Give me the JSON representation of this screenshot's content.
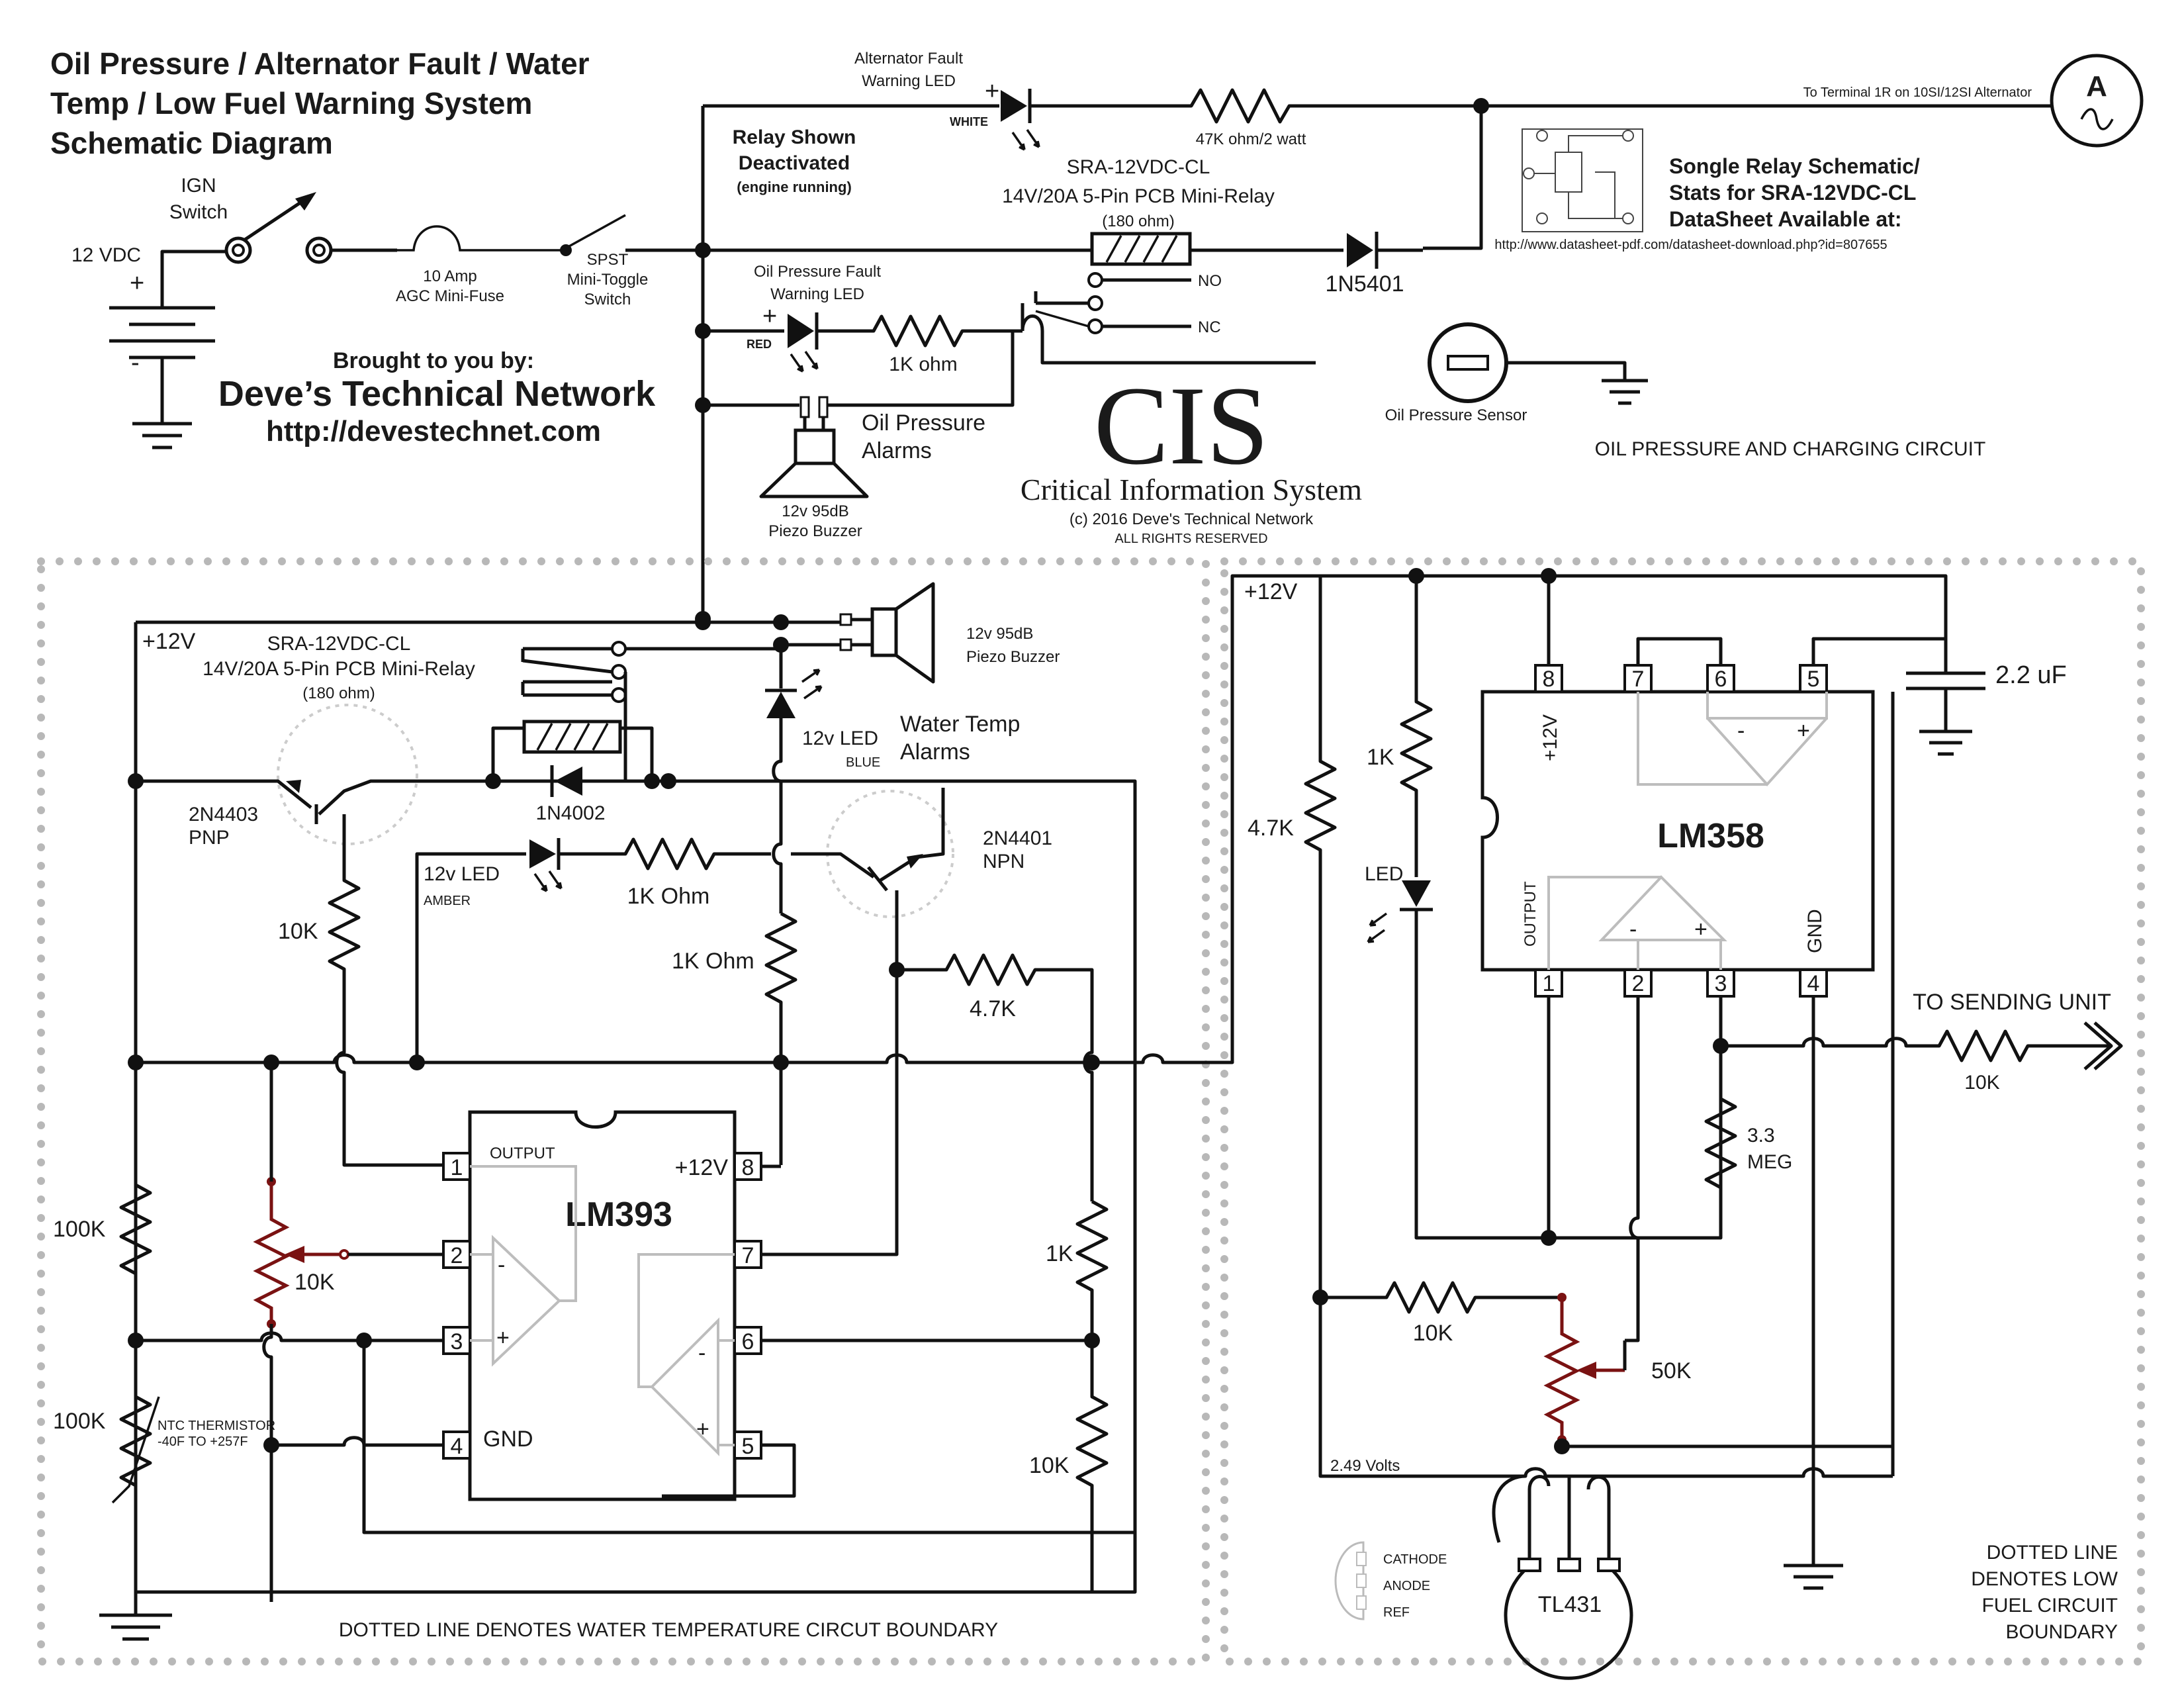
{
  "title": {
    "line1": "Oil Pressure / Alternator Fault / Water",
    "line2": "Temp / Low Fuel Warning System",
    "line3": "Schematic Diagram"
  },
  "credits": {
    "brought_by": "Brought to you by:",
    "network": "Deve’s Technical Network",
    "url": "http://devestechnet.com"
  },
  "logo": {
    "letters": "CIS",
    "name": "Critical Information System",
    "copyright": "(c) 2016 Deve's Technical Network",
    "rights": "ALL RIGHTS RESERVED"
  },
  "power": {
    "supply": "12 VDC",
    "plus": "+",
    "minus": "-",
    "ign_line1": "IGN",
    "ign_line2": "Switch",
    "fuse_line1": "10 Amp",
    "fuse_line2": "AGC Mini-Fuse",
    "spst_line1": "SPST",
    "spst_line2": "Mini-Toggle",
    "spst_line3": "Switch"
  },
  "oil_charging": {
    "section_label": "OIL PRESSURE AND CHARGING CIRCUIT",
    "alt_led_line1": "Alternator Fault",
    "alt_led_line2": "Warning LED",
    "alt_led_color": "WHITE",
    "alt_resistor": "47K ohm/2 watt",
    "alternator_terminal": "To Terminal 1R on 10SI/12SI Alternator",
    "alternator_symbol": "A",
    "relay_state_line1": "Relay Shown",
    "relay_state_line2": "Deactivated",
    "relay_state_line3": "(engine running)",
    "relay_line1": "SRA-12VDC-CL",
    "relay_line2": "14V/20A 5-Pin PCB Mini-Relay",
    "relay_line3": "(180 ohm)",
    "diode": "1N5401",
    "no": "NO",
    "nc": "NC",
    "oil_led_line1": "Oil Pressure Fault",
    "oil_led_line2": "Warning LED",
    "oil_led_color": "RED",
    "oil_resistor": "1K ohm",
    "alarm_line1": "Oil Pressure",
    "alarm_line2": "Alarms",
    "buzzer_line1": "12v 95dB",
    "buzzer_line2": "Piezo Buzzer",
    "sensor": "Oil Pressure Sensor",
    "relay_info_line1": "Songle Relay Schematic/",
    "relay_info_line2": "Stats for SRA-12VDC-CL",
    "relay_info_line3": "DataSheet Available at:",
    "relay_info_url": "http://www.datasheet-pdf.com/datasheet-download.php?id=807655"
  },
  "water_temp": {
    "boundary_label": "DOTTED LINE DENOTES WATER TEMPERATURE CIRCUT BOUNDARY",
    "v12": "+12V",
    "relay_line1": "SRA-12VDC-CL",
    "relay_line2": "14V/20A 5-Pin PCB Mini-Relay",
    "relay_line3": "(180 ohm)",
    "buzzer_line1": "12v 95dB",
    "buzzer_line2": "Piezo Buzzer",
    "led_blue": "12v LED",
    "led_blue_color": "BLUE",
    "alarm_line1": "Water Temp",
    "alarm_line2": "Alarms",
    "pnp_line1": "2N4403",
    "pnp_line2": "PNP",
    "diode": "1N4002",
    "npn_line1": "2N4401",
    "npn_line2": "NPN",
    "led_amber": "12v LED",
    "led_amber_color": "AMBER",
    "r_1k_led": "1K Ohm",
    "r_1k_vert": "1K Ohm",
    "r_10k_base": "10K",
    "r_4k7": "4.7K",
    "r_100k_top": "100K",
    "r_100k_therm": "100K",
    "thermistor_line1": "NTC THERMISTOR",
    "thermistor_line2": "-40F TO +257F",
    "pot": "10K",
    "r_1k_right": "1K",
    "r_10k_right": "10K",
    "ic": "LM393",
    "ic_output": "OUTPUT",
    "ic_vcc": "+12V",
    "ic_gnd": "GND",
    "pins": [
      "1",
      "2",
      "3",
      "4",
      "5",
      "6",
      "7",
      "8"
    ],
    "opamp_minus": "-",
    "opamp_plus": "+"
  },
  "low_fuel": {
    "boundary_line1": "DOTTED LINE",
    "boundary_line2": "DENOTES LOW",
    "boundary_line3": "FUEL CIRCUIT",
    "boundary_line4": "BOUNDARY",
    "v12": "+12V",
    "r_1k": "1K",
    "r_4k7": "4.7K",
    "led": "LED",
    "ic": "LM358",
    "ic_vcc": "+12V",
    "ic_output": "OUTPUT",
    "ic_gnd": "GND",
    "pins": [
      "1",
      "2",
      "3",
      "4",
      "5",
      "6",
      "7",
      "8"
    ],
    "cap": "2.2 uF",
    "r_3m3_line1": "3.3",
    "r_3m3_line2": "MEG",
    "to_sending": "TO SENDING UNIT",
    "r_10k_send": "10K",
    "r_10k": "10K",
    "pot": "50K",
    "ref_volts": "2.49 Volts",
    "tl431": "TL431",
    "cathode": "CATHODE",
    "anode": "ANODE",
    "ref": "REF",
    "opamp_minus": "-",
    "opamp_plus": "+"
  }
}
